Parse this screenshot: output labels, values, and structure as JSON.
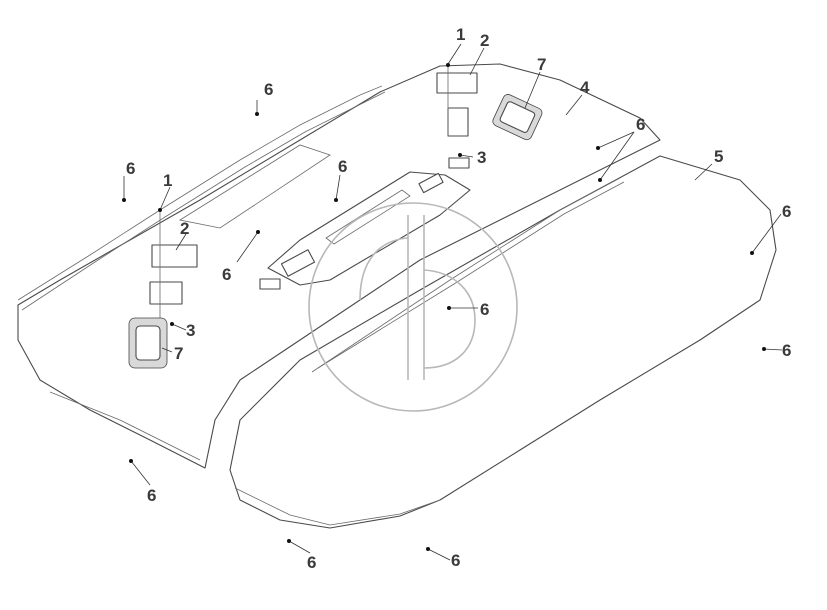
{
  "callouts": [
    {
      "id": "c1a",
      "text": "1"
    },
    {
      "id": "c2a",
      "text": "2"
    },
    {
      "id": "c7a",
      "text": "7"
    },
    {
      "id": "c4",
      "text": "4"
    },
    {
      "id": "c6a",
      "text": "6"
    },
    {
      "id": "c6b",
      "text": "6"
    },
    {
      "id": "c3a",
      "text": "3"
    },
    {
      "id": "c5",
      "text": "5"
    },
    {
      "id": "c6c",
      "text": "6"
    },
    {
      "id": "c6d",
      "text": "6"
    },
    {
      "id": "c1b",
      "text": "1"
    },
    {
      "id": "c2b",
      "text": "2"
    },
    {
      "id": "c6e",
      "text": "6"
    },
    {
      "id": "c6f",
      "text": "6"
    },
    {
      "id": "c6g",
      "text": "6"
    },
    {
      "id": "c3b",
      "text": "3"
    },
    {
      "id": "c7b",
      "text": "7"
    },
    {
      "id": "c6h",
      "text": "6"
    },
    {
      "id": "c6i",
      "text": "6"
    },
    {
      "id": "c6j",
      "text": "6"
    },
    {
      "id": "c6k",
      "text": "6"
    }
  ]
}
